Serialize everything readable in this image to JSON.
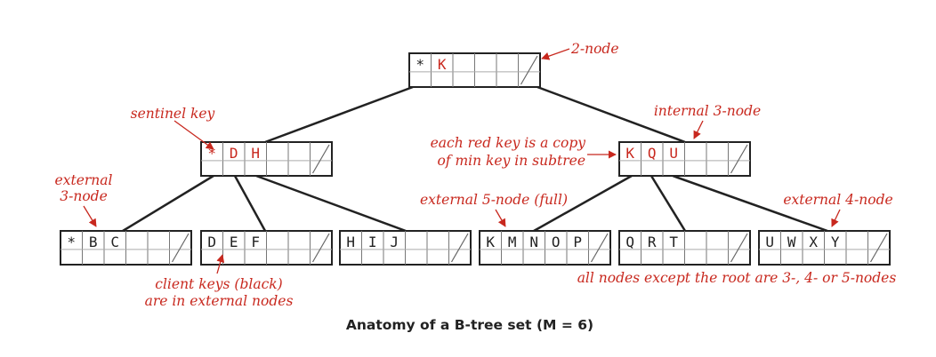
{
  "colors": {
    "accent": "#c8281e",
    "line": "#222222"
  },
  "title": "Anatomy of a B-tree set (M = 6)",
  "nodes": [
    {
      "id": "root",
      "keys": [
        {
          "t": "*",
          "red": false
        },
        {
          "t": "K",
          "red": true
        }
      ]
    },
    {
      "id": "left-internal",
      "keys": [
        {
          "t": "*",
          "red": true
        },
        {
          "t": "D",
          "red": true
        },
        {
          "t": "H",
          "red": true
        }
      ]
    },
    {
      "id": "right-internal",
      "keys": [
        {
          "t": "K",
          "red": true
        },
        {
          "t": "Q",
          "red": true
        },
        {
          "t": "U",
          "red": true
        }
      ]
    },
    {
      "id": "leaf-1",
      "keys": [
        {
          "t": "*",
          "red": false
        },
        {
          "t": "B",
          "red": false
        },
        {
          "t": "C",
          "red": false
        }
      ]
    },
    {
      "id": "leaf-2",
      "keys": [
        {
          "t": "D",
          "red": false
        },
        {
          "t": "E",
          "red": false
        },
        {
          "t": "F",
          "red": false
        }
      ]
    },
    {
      "id": "leaf-3",
      "keys": [
        {
          "t": "H",
          "red": false
        },
        {
          "t": "I",
          "red": false
        },
        {
          "t": "J",
          "red": false
        }
      ]
    },
    {
      "id": "leaf-4",
      "keys": [
        {
          "t": "K",
          "red": false
        },
        {
          "t": "M",
          "red": false
        },
        {
          "t": "N",
          "red": false
        },
        {
          "t": "O",
          "red": false
        },
        {
          "t": "P",
          "red": false
        }
      ]
    },
    {
      "id": "leaf-5",
      "keys": [
        {
          "t": "Q",
          "red": false
        },
        {
          "t": "R",
          "red": false
        },
        {
          "t": "T",
          "red": false
        }
      ]
    },
    {
      "id": "leaf-6",
      "keys": [
        {
          "t": "U",
          "red": false
        },
        {
          "t": "W",
          "red": false
        },
        {
          "t": "X",
          "red": false
        },
        {
          "t": "Y",
          "red": false
        }
      ]
    }
  ],
  "annotations": {
    "two_node": "2-node",
    "sentinel_key": "sentinel key",
    "internal_three_node": "internal 3-node",
    "red_copy_line1": "each red key is a copy",
    "red_copy_line2": "of min key in subtree",
    "external_three_line1": "external",
    "external_three_line2": "3-node",
    "external_five": "external 5-node (full)",
    "external_four": "external 4-node",
    "client_keys_line1": "client keys (black)",
    "client_keys_line2": "are in external nodes",
    "all_nodes": "all nodes except the root are 3-, 4- or 5-nodes"
  }
}
